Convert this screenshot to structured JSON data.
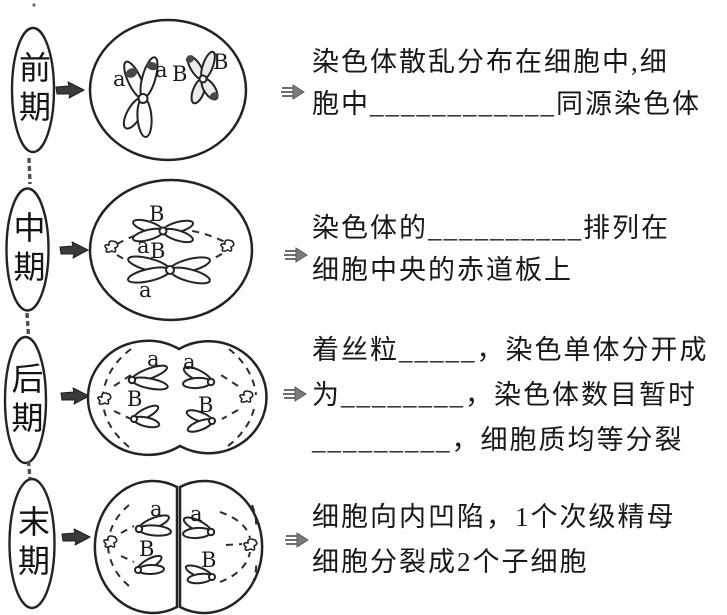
{
  "colors": {
    "paper": "#fffefc",
    "ink": "#232323",
    "phase_arrow": "#3a3a3a",
    "text_arrow": "#757575"
  },
  "figure": {
    "title_none": "",
    "rows": [
      {
        "phase": "前期",
        "chrom_labels": [
          "a",
          "a",
          "B",
          "B"
        ],
        "lines": [
          "染色体散乱分布在细胞中,细",
          "胞中____________同源染色体"
        ]
      },
      {
        "phase": "中期",
        "chrom_labels": [
          "B",
          "a",
          "B",
          "a"
        ],
        "lines": [
          "染色体的__________排列在",
          "细胞中央的赤道板上"
        ]
      },
      {
        "phase": "后期",
        "chrom_labels": [
          "a",
          "a",
          "B",
          "B"
        ],
        "lines": [
          "着丝粒_____，染色单体分开成",
          "为________，染色体数目暂时",
          "_________，细胞质均等分裂"
        ]
      },
      {
        "phase": "末期",
        "chrom_labels": [
          "a",
          "B",
          "a",
          "B"
        ],
        "lines": [
          "细胞向内凹陷，1个次级精母",
          "细胞分裂成2个子细胞"
        ]
      }
    ]
  }
}
